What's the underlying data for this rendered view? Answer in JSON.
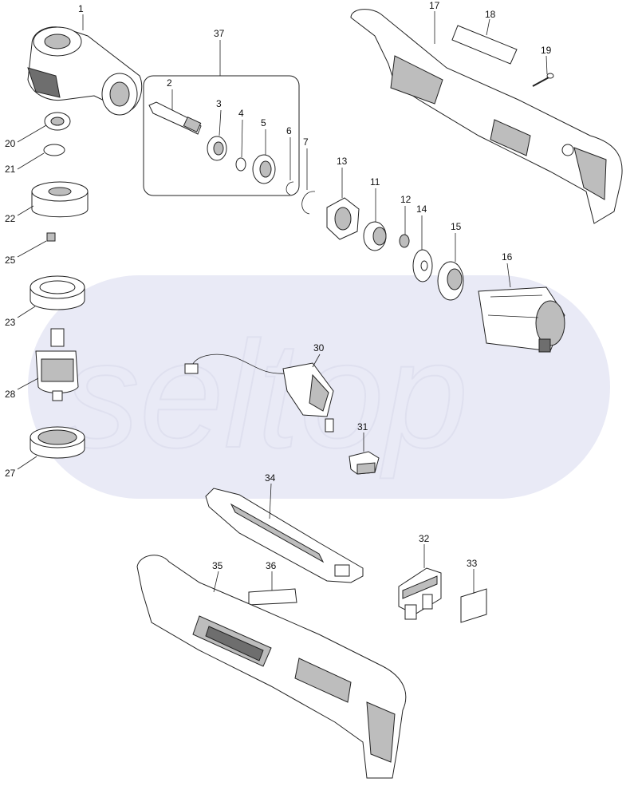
{
  "watermark": "seltop",
  "labels": {
    "p1": "1",
    "p2": "2",
    "p3": "3",
    "p4": "4",
    "p5": "5",
    "p6": "6",
    "p7": "7",
    "p11": "11",
    "p12": "12",
    "p13": "13",
    "p14": "14",
    "p15": "15",
    "p16": "16",
    "p17": "17",
    "p18": "18",
    "p19": "19",
    "p20": "20",
    "p21": "21",
    "p22": "22",
    "p23": "23",
    "p25": "25",
    "p27": "27",
    "p28": "28",
    "p30": "30",
    "p31": "31",
    "p32": "32",
    "p33": "33",
    "p34": "34",
    "p35": "35",
    "p36": "36",
    "p37": "37"
  },
  "colors": {
    "line": "#222222",
    "watermark_band": "#e9eaf6",
    "shade": "#bdbdbd"
  }
}
